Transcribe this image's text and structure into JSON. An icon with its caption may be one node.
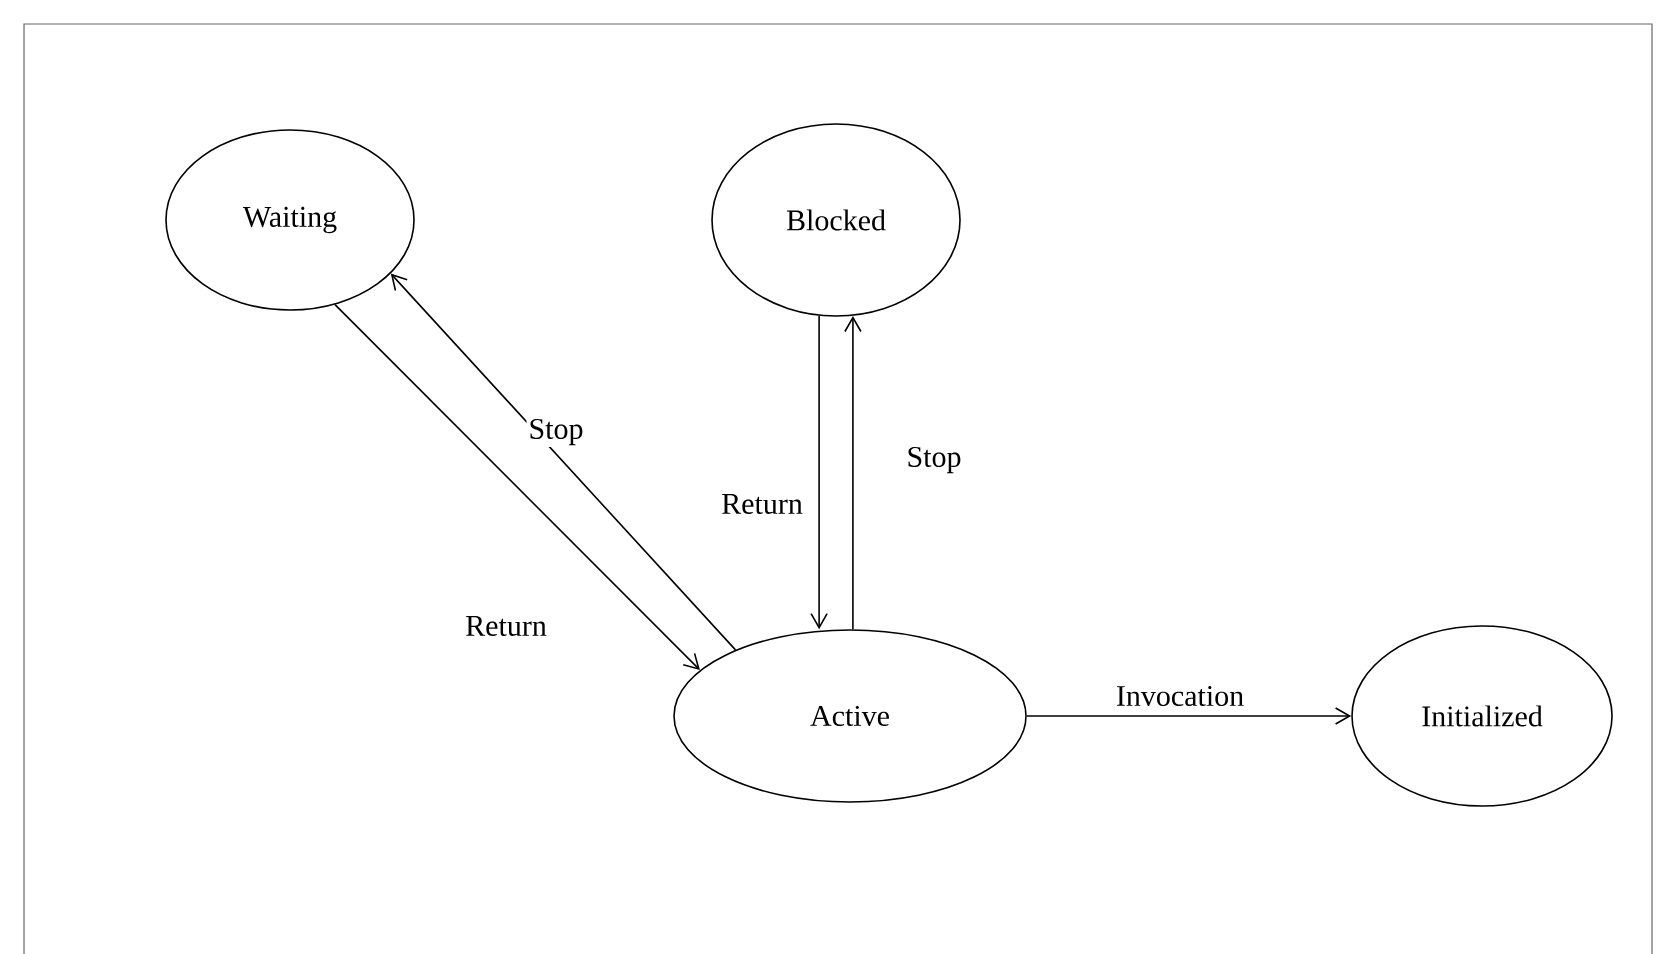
{
  "diagram": {
    "nodes": [
      {
        "text": [
          "Waiting"
        ]
      },
      {
        "text": [
          "Blocked"
        ]
      },
      {
        "text": [
          "Active"
        ]
      },
      {
        "text": [
          "Initialized"
        ]
      }
    ],
    "edges": [
      {
        "from": 0,
        "to": 2,
        "arrow": "to",
        "label": "Return"
      },
      {
        "from": 2,
        "to": 0,
        "arrow": "to",
        "label": "Stop"
      },
      {
        "from": 1,
        "to": 2,
        "arrow": "to",
        "label": "Return"
      },
      {
        "from": 2,
        "to": 1,
        "arrow": "to",
        "label": "Stop"
      },
      {
        "from": 2,
        "to": 3,
        "arrow": "to",
        "label": "Invocation"
      }
    ]
  }
}
